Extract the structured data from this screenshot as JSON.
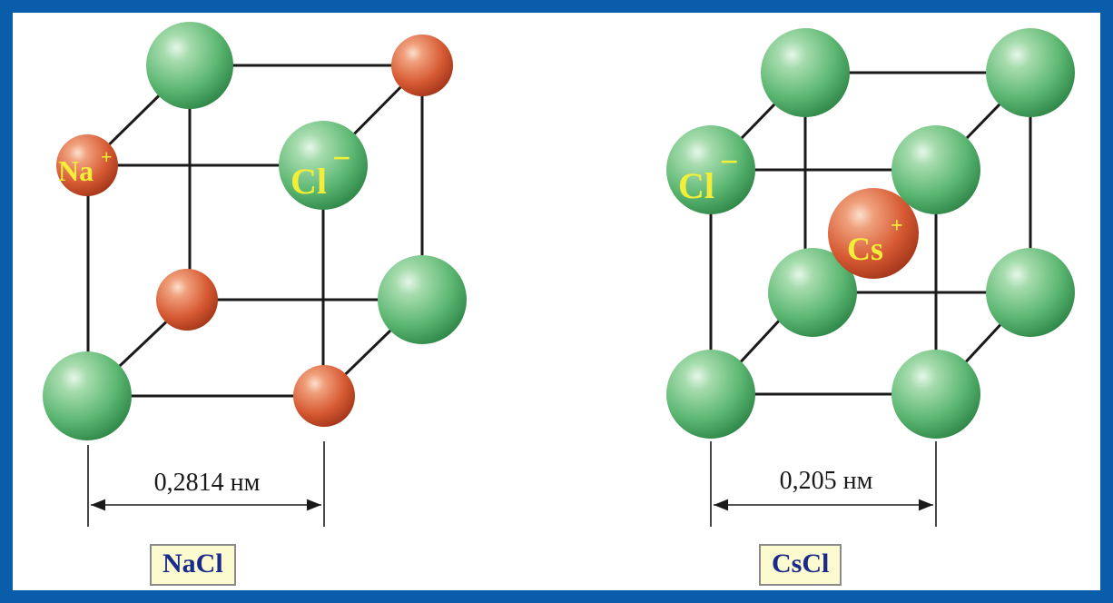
{
  "colors": {
    "border": "#0a5da8",
    "chloride": "#4fb36b",
    "cation": "#d0502a",
    "ion_label": "#f2ee3a",
    "formula_text": "#1a2a8a",
    "formula_bg": "#fbfbcf"
  },
  "nacl": {
    "formula": "NaCl",
    "dimension": "0,2814 нм",
    "labels": {
      "na": "Na",
      "na_charge": "+",
      "cl": "Cl",
      "cl_charge": "−"
    }
  },
  "cscl": {
    "formula": "CsCl",
    "dimension": "0,205 нм",
    "labels": {
      "cs": "Cs",
      "cs_charge": "+",
      "cl": "Cl",
      "cl_charge": "−"
    }
  }
}
